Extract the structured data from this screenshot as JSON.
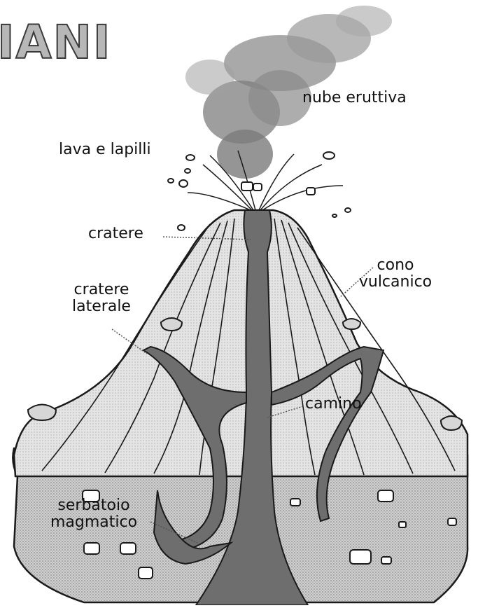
{
  "title_fragment": "IANI",
  "labels": {
    "nube": "nube eruttiva",
    "lava": "lava e lapilli",
    "cratere": "cratere",
    "cono_line1": "cono",
    "cono_line2": "vulcanico",
    "cratere_lat_line1": "cratere",
    "cratere_lat_line2": "laterale",
    "camino": "camino",
    "serbatoio_line1": "serbatoio",
    "serbatoio_line2": "magmatico"
  },
  "colors": {
    "magma": "#6e6e6e",
    "cone": "#dedede",
    "ground": "#c9c9c9",
    "cloud": "#9a9a9a",
    "outline": "#1a1a1a"
  }
}
